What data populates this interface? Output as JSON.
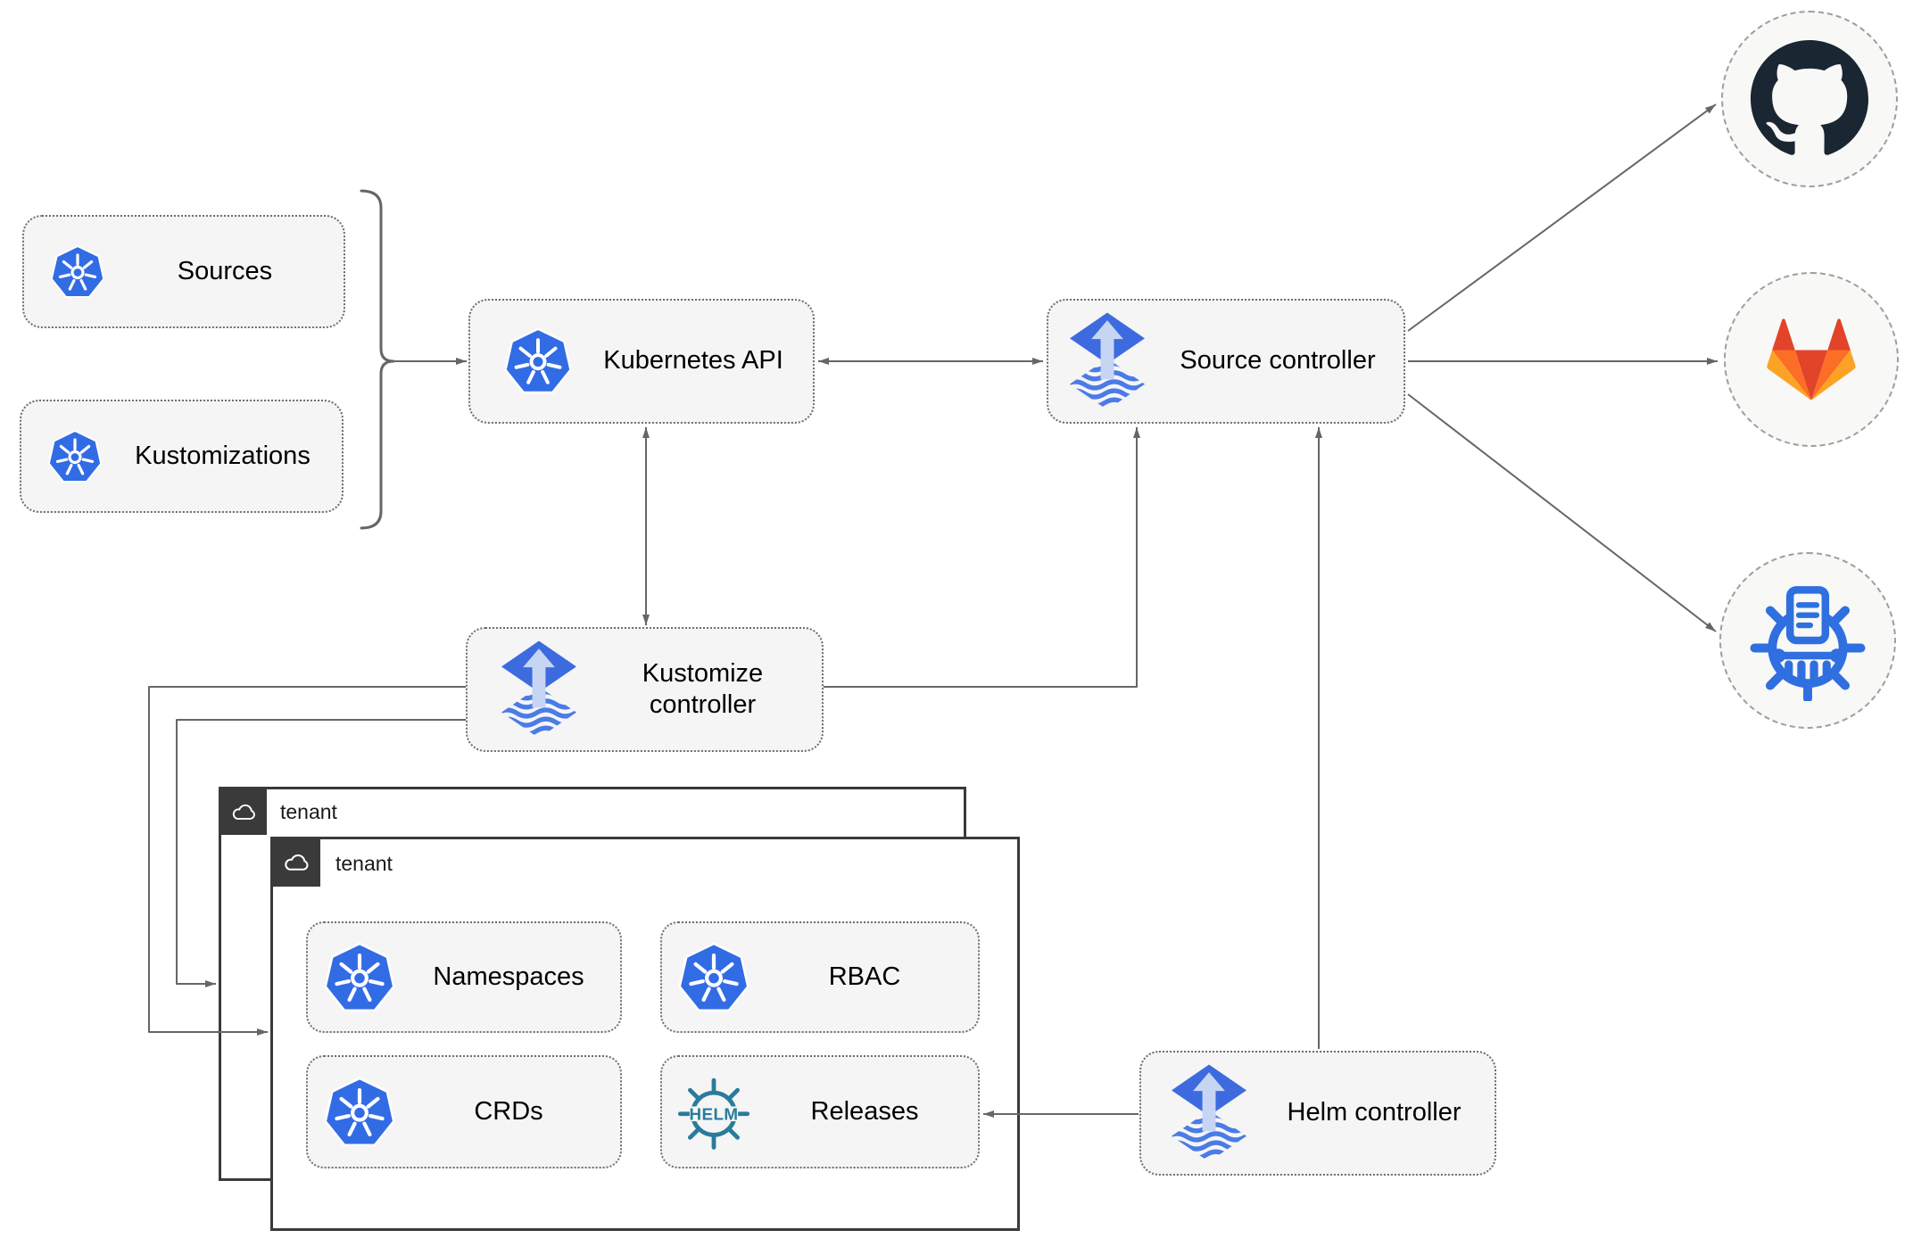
{
  "nodes": {
    "sources": {
      "label": "Sources"
    },
    "kustomizations": {
      "label": "Kustomizations"
    },
    "kubernetes_api": {
      "label": "Kubernetes API"
    },
    "source_controller": {
      "label": "Source controller"
    },
    "kustomize_controller": {
      "label": "Kustomize controller"
    },
    "helm_controller": {
      "label": "Helm controller"
    },
    "namespaces": {
      "label": "Namespaces"
    },
    "rbac": {
      "label": "RBAC"
    },
    "crds": {
      "label": "CRDs"
    },
    "releases": {
      "label": "Releases",
      "icon_text": "HELM"
    }
  },
  "groups": {
    "tenant_outer": {
      "label": "tenant"
    },
    "tenant_inner": {
      "label": "tenant"
    }
  },
  "external": {
    "github": {
      "icon": "github-octocat"
    },
    "gitlab": {
      "icon": "gitlab-tanuki"
    },
    "bucket": {
      "icon": "bucket-repository-wheel"
    }
  },
  "icons": {
    "kubernetes": "blue-heptagon-ship-wheel",
    "flux": "blue-diamond-up-arrow-over-striped-diamond",
    "helm": "teal-ship-wheel-with-helm-text",
    "cloud": "white-outline-cloud"
  },
  "colors": {
    "kubernetes_blue": "#326CE5",
    "flux_blue": "#3D6BDF",
    "flux_arrow_light": "#C6D5F4",
    "flux_stripe_blue": "#4A7BE8",
    "helm_teal": "#2A7B9B",
    "github_dark": "#1B2633",
    "gitlab_red": "#E24329",
    "gitlab_orange": "#FC6D26",
    "gitlab_amber": "#FCA326",
    "bucket_blue": "#2F6FE0",
    "line_gray": "#666666",
    "node_fill": "#F5F5F5",
    "node_border": "#6E6E6E",
    "tenant_dark": "#3A3A3A",
    "circle_fill": "#F8F8F6",
    "circle_border": "#9E9E9E",
    "label_color": "#000000"
  }
}
